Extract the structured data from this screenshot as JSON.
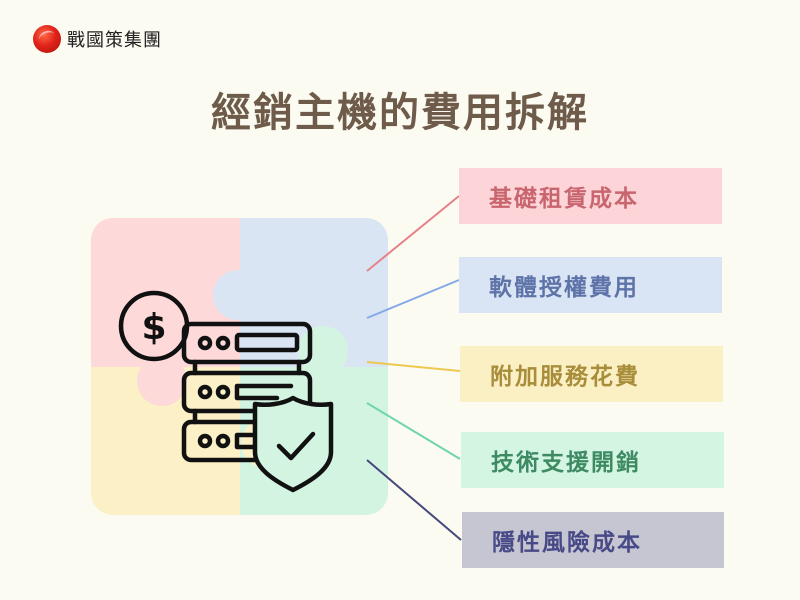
{
  "brand": {
    "name": "戰國策集團",
    "logo_icon": "red-sphere-logo-icon"
  },
  "title": "經銷主機的費用拆解",
  "illustration": {
    "icon": "server-dollar-shield-icon",
    "dollar_symbol": "$",
    "puzzle_colors": [
      "#fdd9d9",
      "#dae5f4",
      "#fbf0c6",
      "#d3f4e1"
    ]
  },
  "cost_items": [
    {
      "label": "基礎租賃成本",
      "bg": "#fdd5d8",
      "text_color": "#c8656f",
      "line_color": "#e8808a"
    },
    {
      "label": "軟體授權費用",
      "bg": "#d9e4f5",
      "text_color": "#5e74a8",
      "line_color": "#86a9e8"
    },
    {
      "label": "附加服務花費",
      "bg": "#fbefc4",
      "text_color": "#a88d3a",
      "line_color": "#ecc94f"
    },
    {
      "label": "技術支援開銷",
      "bg": "#d3f5e1",
      "text_color": "#3d8a64",
      "line_color": "#6fd6aa"
    },
    {
      "label": "隱性風險成本",
      "bg": "#c6c5d2",
      "text_color": "#474a86",
      "line_color": "#45487a"
    }
  ]
}
